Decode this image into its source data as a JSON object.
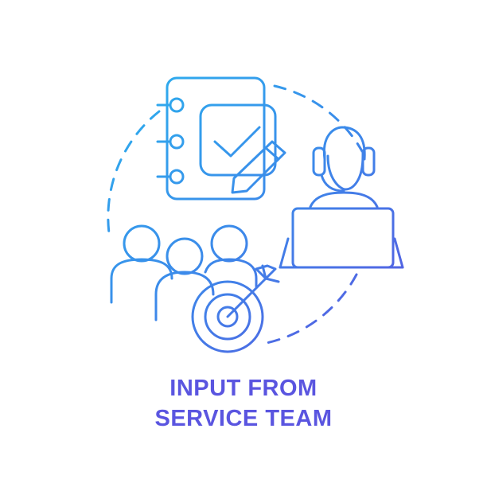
{
  "caption": {
    "line1": "INPUT FROM",
    "line2": "SERVICE TEAM"
  },
  "colors": {
    "gradient_start": "#2bb3ee",
    "gradient_mid": "#3b8bea",
    "gradient_end": "#5a55e0",
    "background": "#ffffff"
  },
  "icons": [
    "notebook-icon",
    "checkmark-icon",
    "pencil-icon",
    "operator-headset-icon",
    "laptop-icon",
    "team-people-icon",
    "target-arrow-icon",
    "dashed-circle-ring"
  ]
}
